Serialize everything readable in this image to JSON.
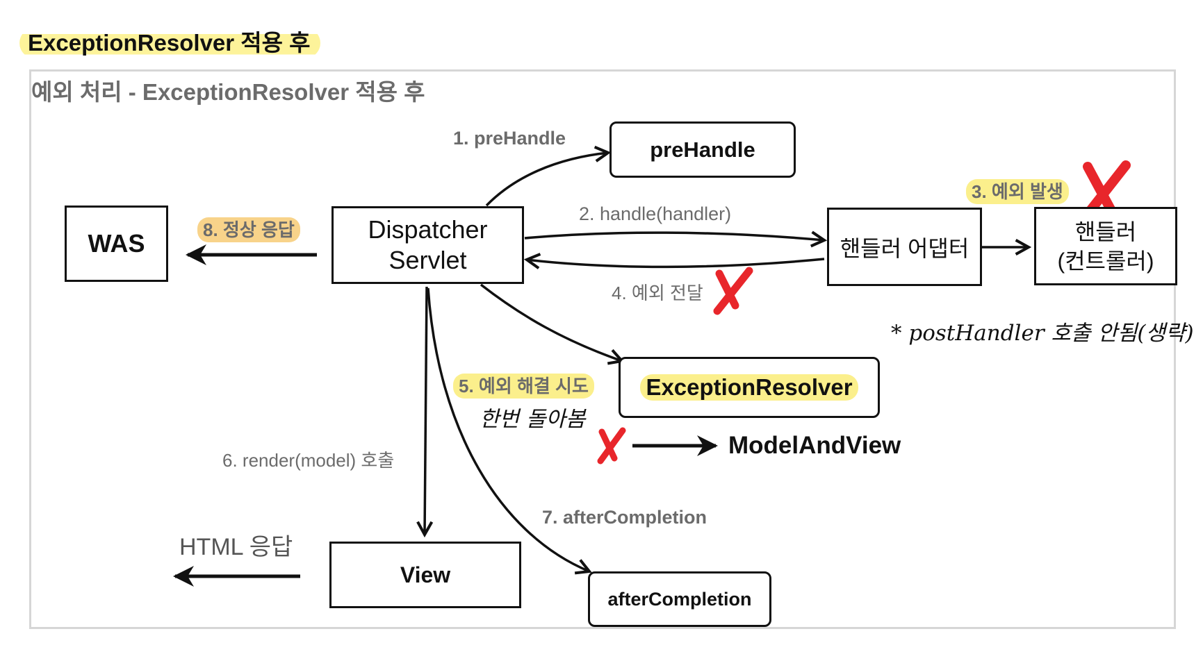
{
  "page_title": "ExceptionResolver 적용 후",
  "diagram": {
    "title": "예외 처리 - ExceptionResolver 적용 후",
    "nodes": {
      "was": "WAS",
      "dispatcher_line1": "Dispatcher",
      "dispatcher_line2": "Servlet",
      "prehandle": "preHandle",
      "handler_adapter": "핸들러 어댑터",
      "handler_line1": "핸들러",
      "handler_line2": "(컨트롤러)",
      "exception_resolver": "ExceptionResolver",
      "model_and_view": "ModelAndView",
      "view": "View",
      "after_completion": "afterCompletion"
    },
    "steps": {
      "s1": "1. preHandle",
      "s2": "2. handle(handler)",
      "s3": "3. 예외 발생",
      "s4": "4. 예외 전달",
      "s5": "5. 예외 해결 시도",
      "s6": "6. render(model) 호출",
      "s7": "7. afterCompletion",
      "s8": "8. 정상 응답"
    },
    "html_response": "HTML 응답",
    "notes": {
      "post_handle": "* postHandler 호출 안됨(생략)",
      "try_once": "한번 돌아봄"
    },
    "colors": {
      "highlight_yellow": "#fbef8c",
      "highlight_orange": "#f8d38a",
      "cross_red": "#e8262b"
    }
  }
}
